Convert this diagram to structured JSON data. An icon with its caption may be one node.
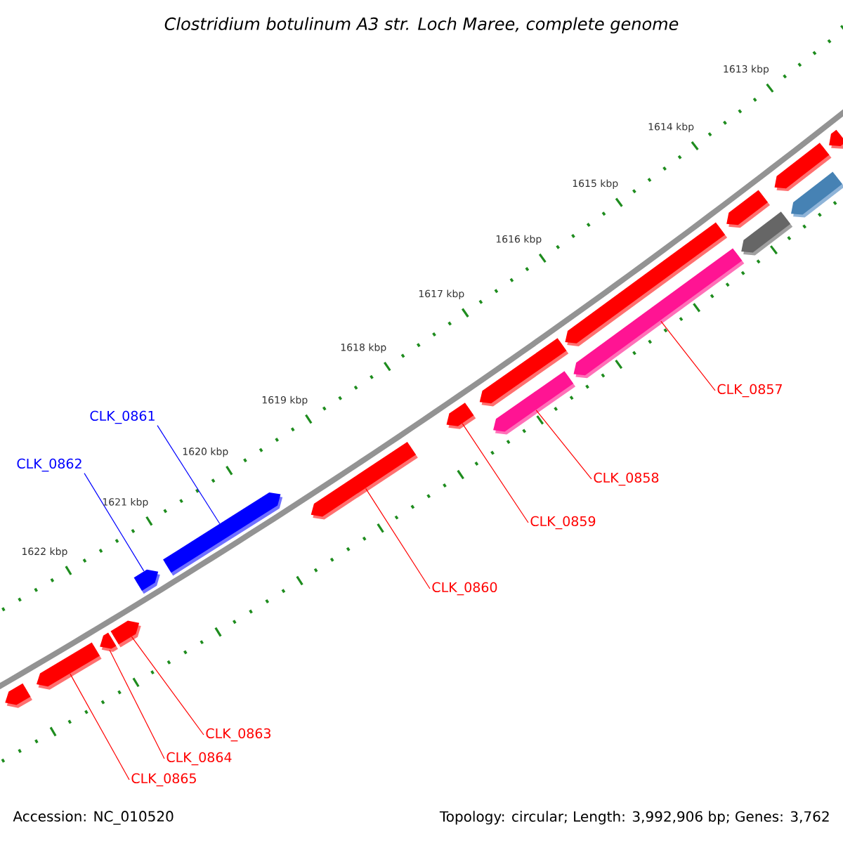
{
  "diagram": {
    "title": "Clostridium botulinum A3 str. Loch Maree, complete genome",
    "nodes": [
      {
        "text": [
          "CLK_0857"
        ]
      },
      {
        "text": [
          "CLK_0858"
        ]
      },
      {
        "text": [
          "CLK_0859"
        ]
      },
      {
        "text": [
          "CLK_0860"
        ]
      },
      {
        "text": [
          "CLK_0861"
        ]
      },
      {
        "text": [
          "CLK_0862"
        ]
      },
      {
        "text": [
          "CLK_0863"
        ]
      },
      {
        "text": [
          "CLK_0864"
        ]
      },
      {
        "text": [
          "CLK_0865"
        ]
      },
      {
        "text": [],
        "shape": "arrow"
      },
      {
        "text": [],
        "shape": "arrow"
      },
      {
        "text": [],
        "shape": "arrow"
      },
      {
        "text": [],
        "shape": "arrow"
      },
      {
        "text": [],
        "shape": "arrow"
      },
      {
        "text": [],
        "shape": "arrow"
      },
      {
        "text": [],
        "shape": "arrow"
      },
      {
        "text": [],
        "shape": "arrow"
      },
      {
        "text": [],
        "shape": "arrow"
      },
      {
        "text": [],
        "shape": "arrow"
      },
      {
        "text": [],
        "shape": "arrow"
      },
      {
        "text": [],
        "shape": "arrow"
      },
      {
        "text": [],
        "shape": "arrow"
      },
      {
        "text": [],
        "shape": "arrow"
      },
      {
        "text": [],
        "shape": "arrow"
      },
      {
        "text": [],
        "shape": "arrow"
      },
      {
        "text": [],
        "shape": "arrow"
      }
    ],
    "edges": [
      {
        "from": 0,
        "to": 20,
        "arrow": "none"
      },
      {
        "from": 1,
        "to": 18,
        "arrow": "none"
      },
      {
        "from": 2,
        "to": 16,
        "arrow": "none"
      },
      {
        "from": 3,
        "to": 15,
        "arrow": "none"
      },
      {
        "from": 4,
        "to": 14,
        "arrow": "none",
        "color": "#0000ff"
      },
      {
        "from": 5,
        "to": 13,
        "arrow": "none",
        "color": "#0000ff"
      },
      {
        "from": 6,
        "to": 12,
        "arrow": "none"
      },
      {
        "from": 7,
        "to": 11,
        "arrow": "none"
      },
      {
        "from": 8,
        "to": 10,
        "arrow": "none"
      }
    ],
    "labels": [
      "1613 kbp",
      "1614 kbp",
      "1615 kbp",
      "1616 kbp",
      "1617 kbp",
      "1618 kbp",
      "1619 kbp",
      "1620 kbp",
      "1621 kbp",
      "1622 kbp",
      "Accession: NC_010520",
      "Topology: circular; Length: 3,992,906 bp; Genes: 3,762"
    ]
  }
}
